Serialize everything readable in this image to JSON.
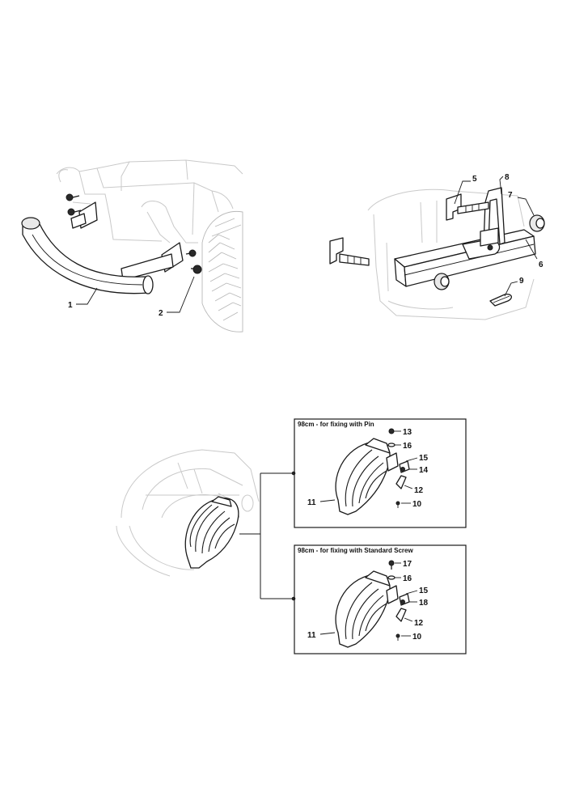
{
  "parts": [
    {
      "id": "p1",
      "label": "1"
    },
    {
      "id": "p2",
      "label": "2"
    },
    {
      "id": "p5",
      "label": "5"
    },
    {
      "id": "p6",
      "label": "6"
    },
    {
      "id": "p7",
      "label": "7"
    },
    {
      "id": "p8",
      "label": "8"
    },
    {
      "id": "p9",
      "label": "9"
    }
  ],
  "box_pin": {
    "title": "98cm - for fixing with Pin",
    "labels": {
      "l13": "13",
      "l16": "16",
      "l15": "15",
      "l14": "14",
      "l12": "12",
      "l11": "11",
      "l10": "10"
    }
  },
  "box_screw": {
    "title": "98cm - for fixing with Standard Screw",
    "labels": {
      "l17": "17",
      "l16": "16",
      "l15": "15",
      "l18": "18",
      "l12": "12",
      "l11": "11",
      "l10": "10"
    }
  }
}
